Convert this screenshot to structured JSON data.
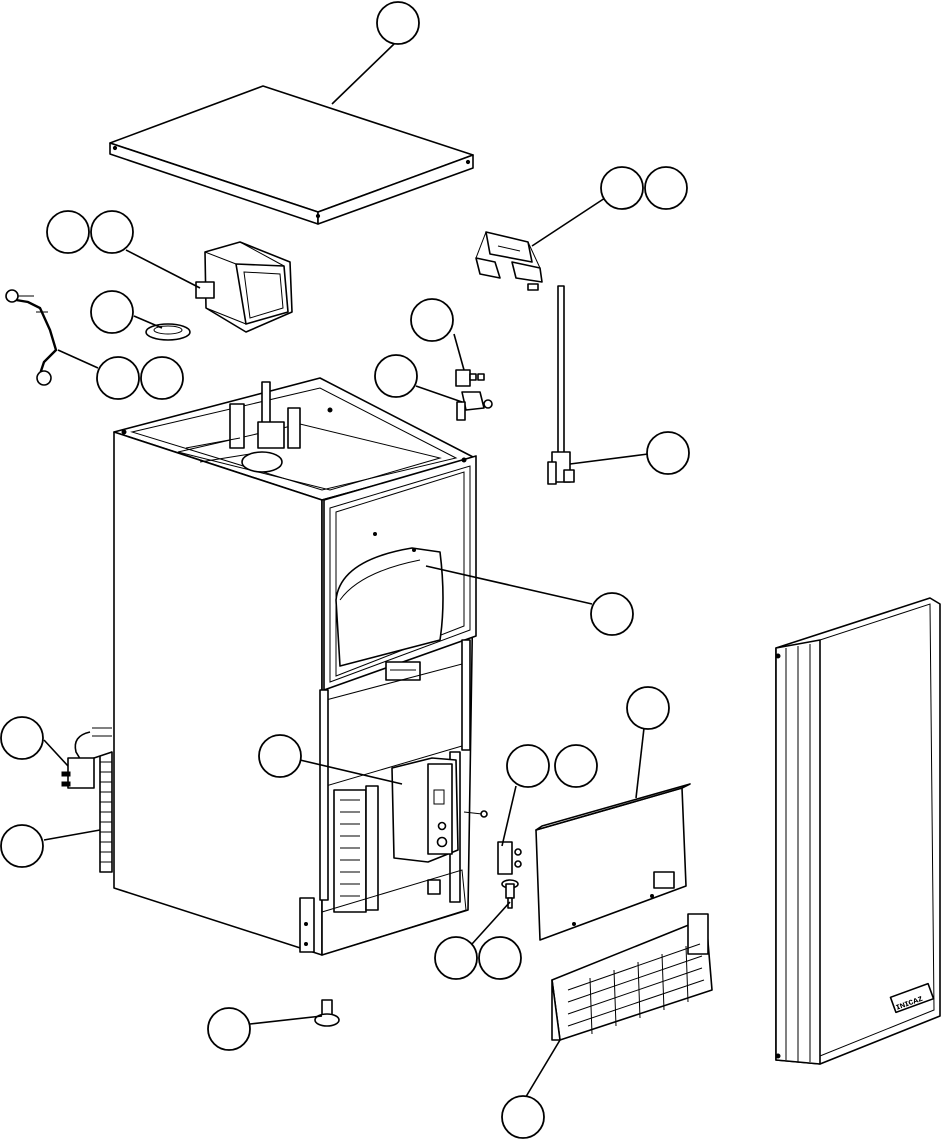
{
  "colors": {
    "line": "#000000",
    "background": "#ffffff"
  },
  "door_badge": "ɪɴɪᴄᴀᴢ",
  "callouts": [
    {
      "id": "top-panel"
    },
    {
      "id": "hinge-bracket-top-a"
    },
    {
      "id": "hinge-bracket-top-b"
    },
    {
      "id": "ice-chute-a"
    },
    {
      "id": "ice-chute-b"
    },
    {
      "id": "grommet"
    },
    {
      "id": "water-line-a"
    },
    {
      "id": "water-line-b"
    },
    {
      "id": "bin-hinge-upper"
    },
    {
      "id": "bin-hinge-lower"
    },
    {
      "id": "door-hinge-pin"
    },
    {
      "id": "bin-liner"
    },
    {
      "id": "front-panel"
    },
    {
      "id": "power-cord"
    },
    {
      "id": "control-box"
    },
    {
      "id": "lower-hinge-a"
    },
    {
      "id": "lower-hinge-b"
    },
    {
      "id": "side-panel"
    },
    {
      "id": "hinge-pin-a"
    },
    {
      "id": "hinge-pin-b"
    },
    {
      "id": "leveling-foot"
    },
    {
      "id": "louvered-grille"
    }
  ]
}
